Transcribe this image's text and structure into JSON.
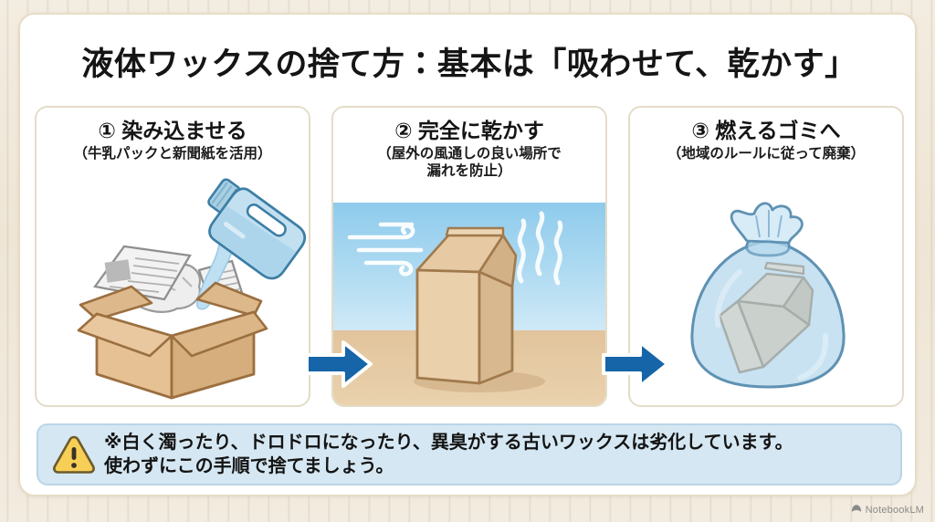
{
  "title": "液体ワックスの捨て方：基本は「吸わせて、乾かす」",
  "panels": [
    {
      "number": "①",
      "title": "① 染み込ませる",
      "subtitle": "（牛乳パックと新聞紙を活用）",
      "illustration": "cardboard-box-with-newspaper-and-pouring-jug"
    },
    {
      "number": "②",
      "title": "② 完全に乾かす",
      "subtitle": "（屋外の風通しの良い場所で\n漏れを防止）",
      "illustration": "milk-carton-drying-outdoors-with-wind-and-vapor"
    },
    {
      "number": "③",
      "title": "③ 燃えるゴミへ",
      "subtitle": "（地域のルールに従って廃棄）",
      "illustration": "tied-plastic-bag-containing-carton"
    }
  ],
  "arrows": [
    {
      "name": "arrow-step1-to-step2"
    },
    {
      "name": "arrow-step2-to-step3"
    }
  ],
  "note": {
    "icon": "warning-triangle-icon",
    "text": "※白く濁ったり、ドロドロになったり、異臭がする古いワックスは劣化しています。\n使わずにこの手順で捨てましょう。"
  },
  "watermark": {
    "label": "NotebookLM"
  },
  "colors": {
    "page_background": "#efe7d8",
    "card_background": "#ffffff",
    "card_border": "#e6dcc6",
    "panel_border": "#e4dcc8",
    "title_text": "#151515",
    "arrow_blue": "#1565a8",
    "note_background": "#d5e7f2",
    "note_border": "#b9d5e5",
    "warning_yellow": "#f7cf56",
    "sky_blue": "#8fcbec",
    "ground_tan": "#e2c49c",
    "cardboard": "#e0b887",
    "bottle_blue": "#a9d5ee",
    "bag_blue": "#c6e2f2"
  }
}
